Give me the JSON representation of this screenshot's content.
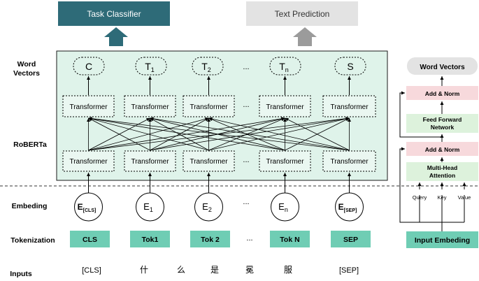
{
  "outputs": {
    "task_classifier": "Task Classifier",
    "text_prediction": "Text Prediction"
  },
  "row_labels": {
    "word_vectors_1": "Word",
    "word_vectors_2": "Vectors",
    "roberta": "RoBERTa",
    "embeding": "Embeding",
    "tokenization": "Tokenization",
    "inputs": "Inputs"
  },
  "word_vectors": [
    {
      "base": "C",
      "sub": ""
    },
    {
      "base": "T",
      "sub": "1"
    },
    {
      "base": "T",
      "sub": "2"
    },
    {
      "base": "T",
      "sub": "n"
    },
    {
      "base": "S",
      "sub": ""
    }
  ],
  "transformer_label": "Transformer",
  "ellipsis": "...",
  "embeddings": [
    {
      "base": "E",
      "sub": "[CLS]",
      "bold": true
    },
    {
      "base": "E",
      "sub": "1",
      "bold": false
    },
    {
      "base": "E",
      "sub": "2",
      "bold": false
    },
    {
      "base": "E",
      "sub": "n",
      "bold": false
    },
    {
      "base": "E",
      "sub": "[SEP]",
      "bold": true
    }
  ],
  "tokens": [
    "CLS",
    "Tok1",
    "Tok 2",
    "Tok N",
    "SEP"
  ],
  "inputs": [
    "[CLS]",
    "什",
    "么",
    "是",
    "冕",
    "服",
    "[SEP]"
  ],
  "side_panel": {
    "word_vectors": "Word Vectors",
    "add_norm": "Add & Norm",
    "feed_forward_1": "Feed Forward",
    "feed_forward_2": "Network",
    "multi_head_1": "Multi-Head",
    "multi_head_2": "Attention",
    "query": "Query",
    "key": "Key",
    "value": "Value",
    "input_embeding": "Input Embeding"
  },
  "colors": {
    "task_classifier": "#2e6b78",
    "text_prediction": "#e3e3e3",
    "roberta_bg": "#dff3ea",
    "token_fill": "#6fcdb4",
    "add_norm_fill": "#f7d9dc",
    "feed_forward_fill": "#ddf2dc"
  }
}
